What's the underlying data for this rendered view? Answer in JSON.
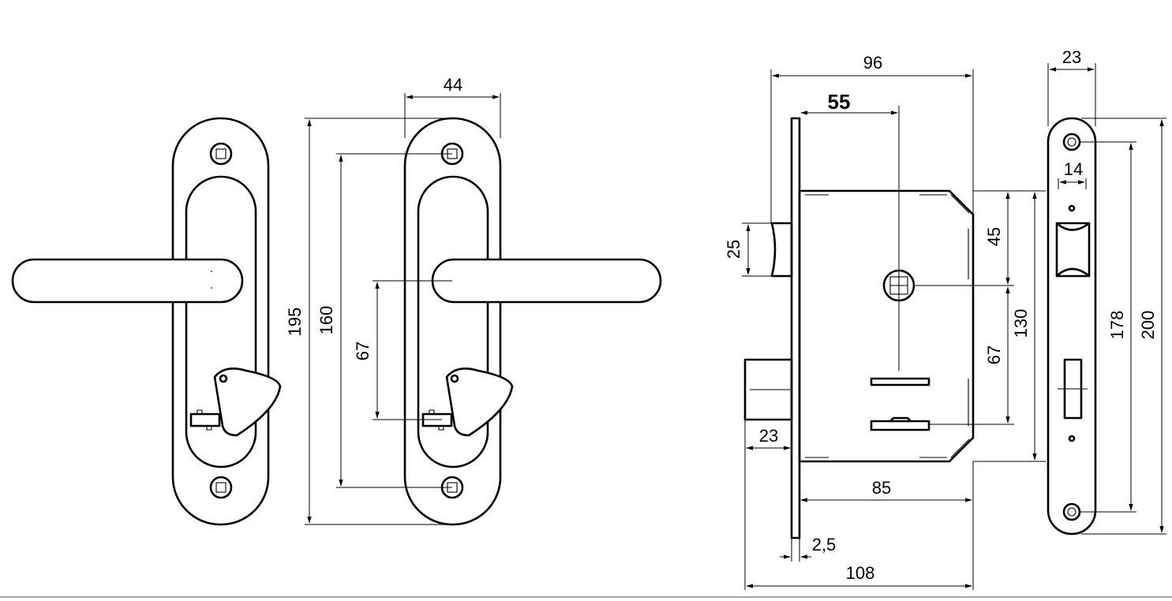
{
  "dimensions": {
    "plate_width": "44",
    "plate_height": "195",
    "screw_spacing": "160",
    "handle_to_key": "67",
    "case_width": "96",
    "backset": "55",
    "latch_height": "25",
    "case_top_to_spindle": "45",
    "case_height": "130",
    "spindle_to_key": "67",
    "deadbolt_projection": "23",
    "case_depth": "85",
    "faceplate_thickness": "2,5",
    "total_depth": "108",
    "faceplate_width": "23",
    "faceplate_hole_offset": "14",
    "faceplate_screw_spacing": "178",
    "faceplate_height": "200"
  }
}
